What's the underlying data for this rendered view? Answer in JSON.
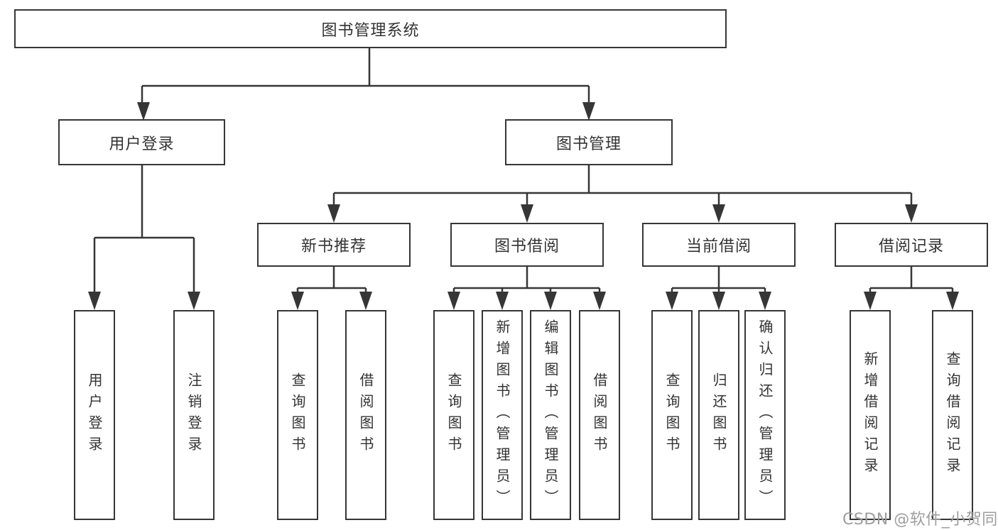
{
  "diagram": {
    "type": "hierarchy",
    "tree": {
      "label": "图书管理系统",
      "children": [
        {
          "label": "用户登录",
          "children": [
            {
              "label": "用户登录"
            },
            {
              "label": "注销登录"
            }
          ]
        },
        {
          "label": "图书管理",
          "children": [
            {
              "label": "新书推荐",
              "children": [
                {
                  "label": "查询图书"
                },
                {
                  "label": "借阅图书"
                }
              ]
            },
            {
              "label": "图书借阅",
              "children": [
                {
                  "label": "查询图书"
                },
                {
                  "label": "新增图书（管理员）"
                },
                {
                  "label": "编辑图书（管理员）"
                },
                {
                  "label": "借阅图书"
                }
              ]
            },
            {
              "label": "当前借阅",
              "children": [
                {
                  "label": "查询图书"
                },
                {
                  "label": "归还图书"
                },
                {
                  "label": "确认归还（管理员）"
                }
              ]
            },
            {
              "label": "借阅记录",
              "children": [
                {
                  "label": "新增借阅记录"
                },
                {
                  "label": "查询借阅记录"
                }
              ]
            }
          ]
        }
      ]
    }
  },
  "watermark": {
    "text": "CSDN @软件_小贺同学"
  },
  "colors": {
    "line": "#363636",
    "node_border": "#363636",
    "node_fill": "#ffffff",
    "text": "#333333",
    "background": "#ffffff",
    "watermark": "#9e9e9e"
  }
}
